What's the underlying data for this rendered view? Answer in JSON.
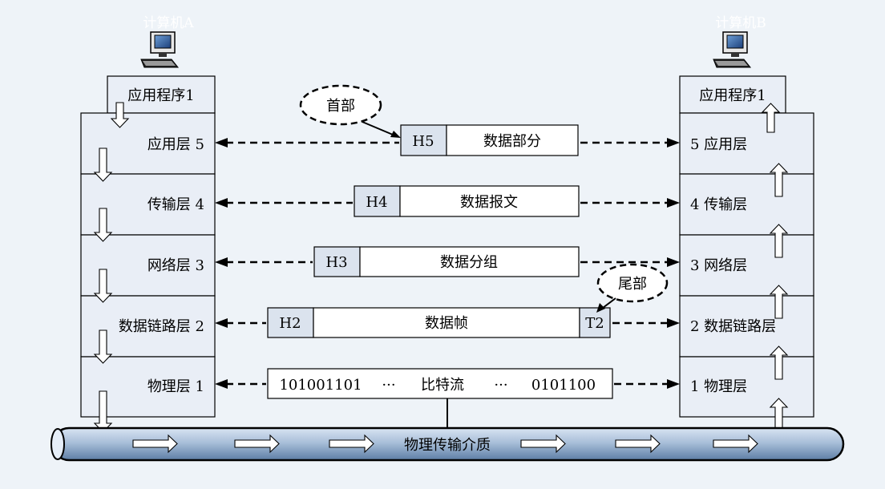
{
  "computers": {
    "left_title": "计算机A",
    "right_title": "计算机B"
  },
  "left_stack": {
    "app_label": "应用程序1",
    "layers": [
      {
        "text": "应用层  5"
      },
      {
        "text": "传输层  4"
      },
      {
        "text": "网络层  3"
      },
      {
        "text": "数据链路层  2"
      },
      {
        "text": "物理层  1"
      }
    ]
  },
  "right_stack": {
    "app_label": "应用程序1",
    "layers": [
      {
        "text": "5 应用层"
      },
      {
        "text": "4 传输层"
      },
      {
        "text": "3 网络层"
      },
      {
        "text": "2 数据链路层"
      },
      {
        "text": "1 物理层"
      }
    ]
  },
  "units": [
    {
      "header": "H5",
      "body": "数据部分"
    },
    {
      "header": "H4",
      "body": "数据报文"
    },
    {
      "header": "H3",
      "body": "数据分组"
    },
    {
      "header": "H2",
      "body": "数据帧",
      "trailer": "T2"
    },
    {
      "bits_left": "101001101",
      "ellipsis_left": "···",
      "body": "比特流",
      "ellipsis_right": "···",
      "bits_right": "0101100"
    }
  ],
  "callouts": {
    "header_note": "首部",
    "trailer_note": "尾部"
  },
  "medium": {
    "label": "物理传输介质"
  }
}
